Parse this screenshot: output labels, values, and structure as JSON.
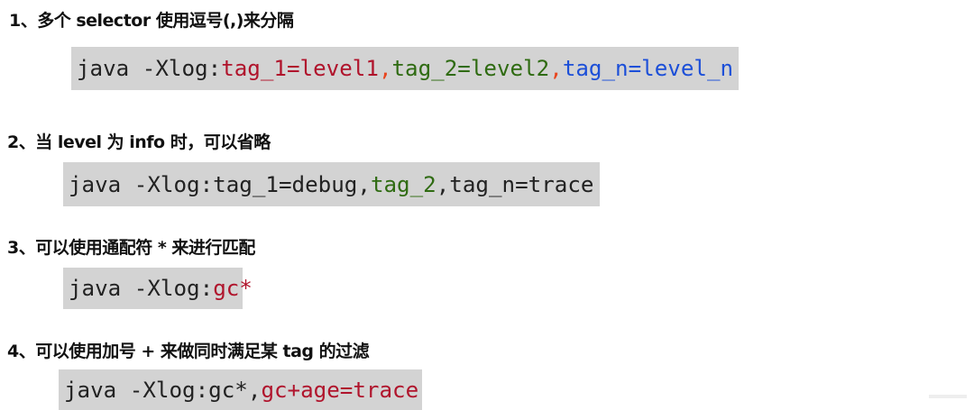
{
  "sections": [
    {
      "heading": "1、多个 selector 使用逗号(,)来分隔",
      "code": [
        {
          "text": "java -Xlog:",
          "color": "default"
        },
        {
          "text": "tag_1=level1",
          "color": "red"
        },
        {
          "text": ",",
          "color": "orange"
        },
        {
          "text": "tag_2=level2",
          "color": "green"
        },
        {
          "text": ",",
          "color": "orange"
        },
        {
          "text": "tag_n=level_n",
          "color": "blue"
        }
      ]
    },
    {
      "heading": "2、当 level 为 info 时，可以省略",
      "code": [
        {
          "text": "java -Xlog:tag_1=debug,",
          "color": "default"
        },
        {
          "text": "tag_2",
          "color": "green"
        },
        {
          "text": ",tag_n=trace",
          "color": "default"
        }
      ]
    },
    {
      "heading": "3、可以使用通配符 * 来进行匹配",
      "code": [
        {
          "text": "java -Xlog:",
          "color": "default"
        },
        {
          "text": "gc*",
          "color": "red"
        }
      ]
    },
    {
      "heading": "4、可以使用加号 + 来做同时满足某 tag 的过滤",
      "code": [
        {
          "text": "java -Xlog:gc*,",
          "color": "default"
        },
        {
          "text": "gc+age=trace",
          "color": "red"
        }
      ]
    }
  ],
  "colors": {
    "red": "#b0142c",
    "green": "#2f6b12",
    "blue": "#1c4fd8",
    "orange": "#e8451e",
    "code_bg": "#d3d3d3"
  }
}
